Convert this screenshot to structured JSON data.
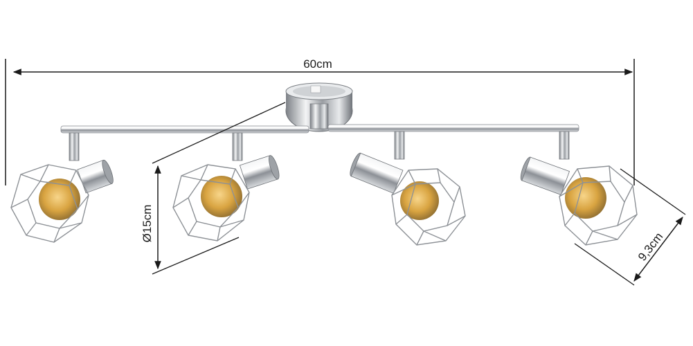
{
  "dimensions": {
    "width_label": "60cm",
    "diameter_label": "Ø15cm",
    "depth_label": "9,3cm"
  },
  "product": {
    "spot_count": 4,
    "finish_color": "#b8bcc0",
    "bulb_color": "#d9a441",
    "dimension_line_color": "#1a1a1a"
  }
}
